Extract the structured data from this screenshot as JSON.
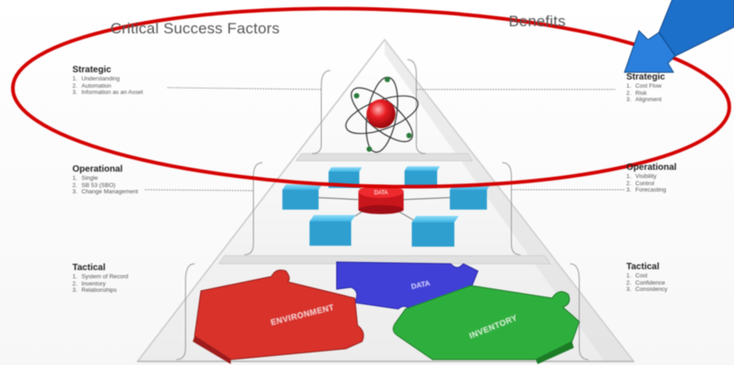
{
  "headers": {
    "left": "Critical Success Factors",
    "right": "Benefits"
  },
  "left_sections": [
    {
      "title": "Strategic",
      "items": [
        "Understanding",
        "Automation",
        "Information as an Asset"
      ]
    },
    {
      "title": "Operational",
      "items": [
        "Single",
        "SB 53 (SBO)",
        "Change Management"
      ]
    },
    {
      "title": "Tactical",
      "items": [
        "System of Record",
        "Inventory",
        "Relationships"
      ]
    }
  ],
  "right_sections": [
    {
      "title": "Strategic",
      "items": [
        "Cost Flow",
        "Risk",
        "Alignment"
      ]
    },
    {
      "title": "Operational",
      "items": [
        "Visibility",
        "Control",
        "Forecasting"
      ]
    },
    {
      "title": "Tactical",
      "items": [
        "Cost",
        "Confidence",
        "Consistency"
      ]
    }
  ],
  "puzzle_labels": [
    "ENVIRONMENT",
    "DATA",
    "INVENTORY"
  ],
  "pyramid_center_label": "DATA",
  "colors": {
    "highlight_ellipse": "#d40000",
    "arrow": "#1f6fc9",
    "puzzle_red": "#d8302c",
    "puzzle_blue": "#3d3fd3",
    "puzzle_green": "#2eaf3c",
    "cube_blue": "#3ab4e6",
    "atom_red": "#e0101a"
  }
}
